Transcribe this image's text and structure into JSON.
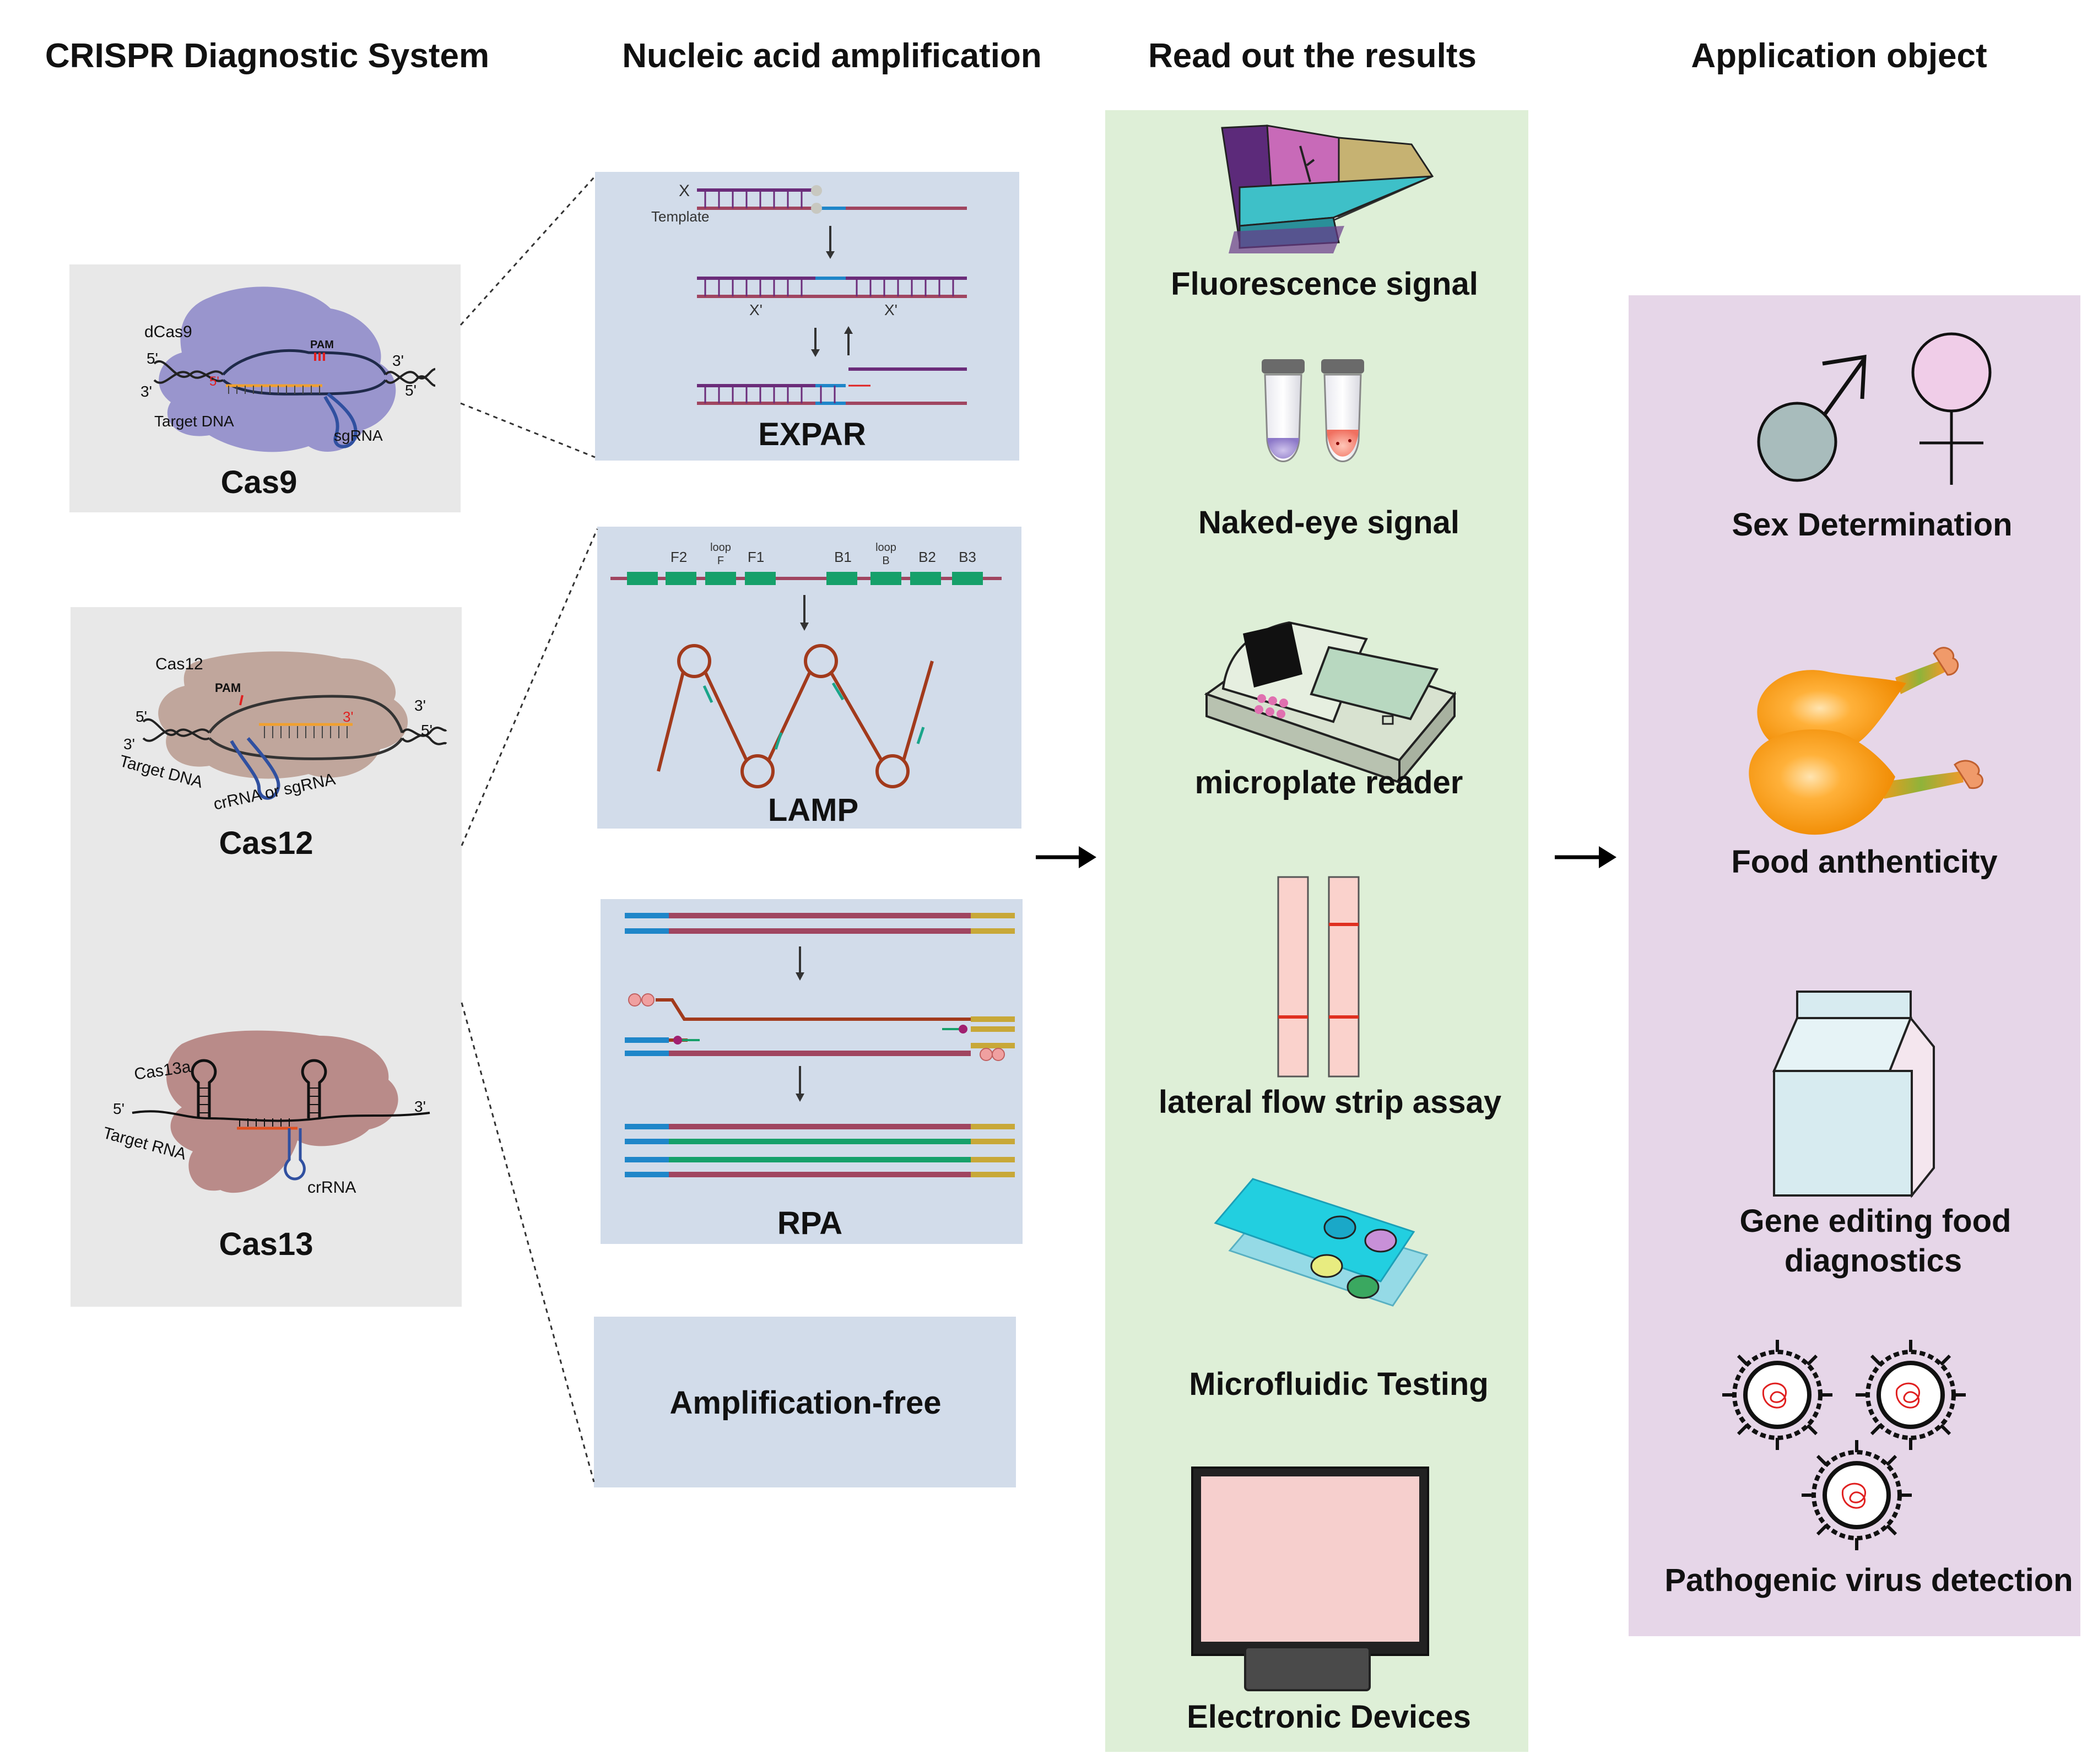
{
  "headers": {
    "col1": "CRISPR Diagnostic System",
    "col2": "Nucleic acid amplification",
    "col3": "Read out the results",
    "col4": "Application object"
  },
  "cas9": {
    "title": "Cas9",
    "dcas9": "dCas9",
    "five_prime": "5'",
    "three_prime": "3'",
    "pam": "PAM",
    "target_dna": "Target DNA",
    "sgrna": "sgRNA"
  },
  "cas12": {
    "title": "Cas12",
    "name": "Cas12",
    "pam": "PAM",
    "five_prime": "5'",
    "three_prime": "3'",
    "target_dna": "Target DNA",
    "crrna": "crRNA or sgRNA"
  },
  "cas13": {
    "title": "Cas13",
    "name": "Cas13a",
    "five_prime": "5'",
    "three_prime": "3'",
    "target_rna": "Target RNA",
    "crrna": "crRNA"
  },
  "expar": {
    "title": "EXPAR",
    "template": "Template",
    "x": "X",
    "x_prime": "X'"
  },
  "lamp": {
    "title": "LAMP",
    "f2": "F2",
    "loop_f_1": "loop",
    "loop_f_2": "F",
    "f1": "F1",
    "b1": "B1",
    "loop_b_1": "loop",
    "loop_b_2": "B",
    "b2": "B2",
    "b3": "B3"
  },
  "rpa": {
    "title": "RPA"
  },
  "amp_free": {
    "title": "Amplification-free"
  },
  "readout": {
    "fluorescence": "Fluorescence signal",
    "naked_eye": "Naked-eye signal",
    "microplate": "microplate reader",
    "lateral_flow": "lateral flow strip assay",
    "microfluidic": "Microfluidic Testing",
    "electronic": "Electronic Devices"
  },
  "applications": {
    "sex": "Sex Determination",
    "food": "Food anthenticity",
    "gene_1": "Gene editing food",
    "gene_2": "diagnostics",
    "virus": "Pathogenic virus detection"
  },
  "colors": {
    "protein_panel": "#e8e8e8",
    "amp_panel": "#d2dcea",
    "readout_panel": "#deefd7",
    "app_panel": "#e6d6e8",
    "cas9_protein": "#8b86c8",
    "cas12_protein": "#b99a8e",
    "cas13_protein": "#b07a78",
    "dna_purple": "#6b2c7a",
    "dna_maroon": "#a04560",
    "blue": "#1f86c9",
    "green_box": "#16a06a",
    "brown": "#a23a1c"
  }
}
